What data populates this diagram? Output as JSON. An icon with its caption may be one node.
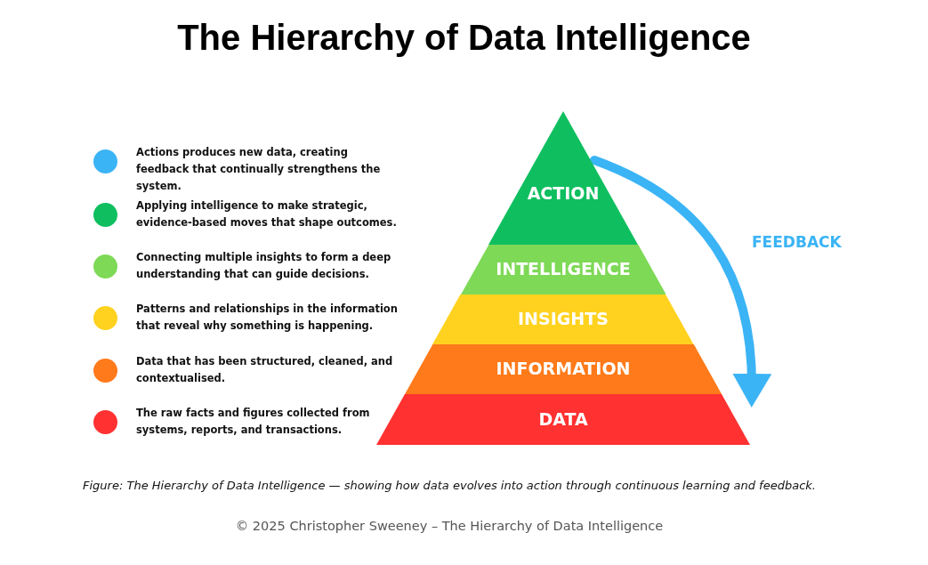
{
  "diagram": {
    "title": "The Hierarchy of Data Intelligence",
    "caption": "Figure: The Hierarchy of Data Intelligence — showing how data evolves into action through continuous learning and feedback.",
    "nodes": [
      {
        "text": [
          "ACTION"
        ]
      },
      {
        "text": [
          "INTELLIGENCE"
        ]
      },
      {
        "text": [
          "INSIGHTS"
        ]
      },
      {
        "text": [
          "INFORMATION"
        ]
      },
      {
        "text": [
          "DATA"
        ]
      }
    ],
    "edges": [
      {
        "from": 0,
        "to": 4,
        "arrow": "to",
        "label": "FEEDBACK"
      }
    ],
    "labels": [
      "© 2025 Christopher Sweeney – The Hierarchy of Data Intelligence"
    ],
    "legend": [
      {
        "text": "Actions produces new data, creating feedback that continually strengthens the system.",
        "color": "#3bb4f5"
      },
      {
        "text": "Applying intelligence to make strategic, evidence-based moves that shape outcomes.",
        "color": "#0fbf5f"
      },
      {
        "text": "Connecting multiple insights to form a deep understanding that can guide decisions.",
        "color": "#7ed957"
      },
      {
        "text": "Patterns and relationships in the information that reveal why something is happening.",
        "color": "#ffd21f"
      },
      {
        "text": "Data that has been structured, cleaned, and contextualised.",
        "color": "#ff7a1a"
      },
      {
        "text": "The raw facts and figures collected from systems, reports, and transactions.",
        "color": "#ff3131"
      }
    ]
  }
}
